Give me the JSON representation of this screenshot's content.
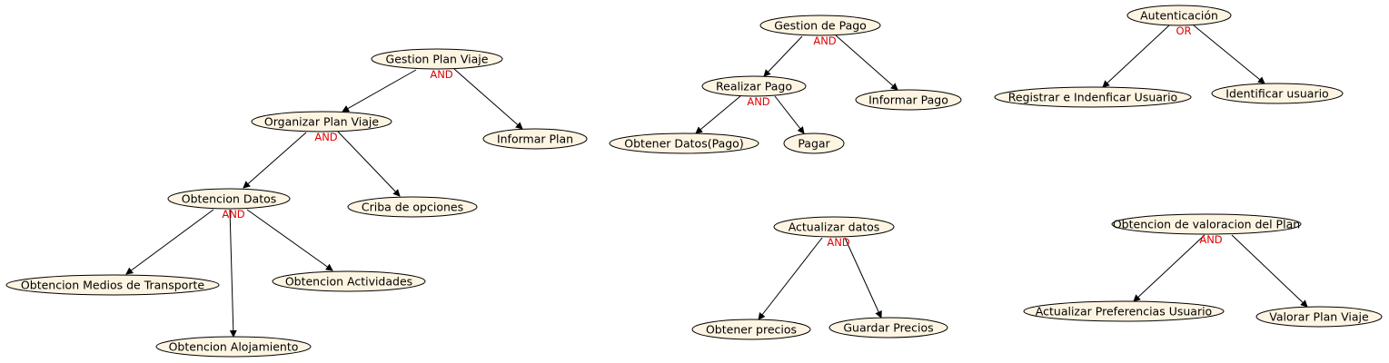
{
  "diagram": {
    "nodes": [
      {
        "id": "gestion-plan-viaje",
        "label": "Gestion Plan Viaje",
        "operator": "AND"
      },
      {
        "id": "organizar-plan-viaje",
        "label": "Organizar Plan Viaje",
        "operator": "AND"
      },
      {
        "id": "informar-plan",
        "label": "Informar Plan",
        "operator": ""
      },
      {
        "id": "obtencion-datos",
        "label": "Obtencion Datos",
        "operator": "AND"
      },
      {
        "id": "criba-de-opciones",
        "label": "Criba de opciones",
        "operator": ""
      },
      {
        "id": "obtencion-medios-de-transporte",
        "label": "Obtencion Medios de Transporte",
        "operator": ""
      },
      {
        "id": "obtencion-actividades",
        "label": "Obtencion Actividades",
        "operator": ""
      },
      {
        "id": "obtencion-alojamiento",
        "label": "Obtencion Alojamiento",
        "operator": ""
      },
      {
        "id": "gestion-de-pago",
        "label": "Gestion de Pago",
        "operator": "AND"
      },
      {
        "id": "realizar-pago",
        "label": "Realizar Pago",
        "operator": "AND"
      },
      {
        "id": "informar-pago",
        "label": "Informar Pago",
        "operator": ""
      },
      {
        "id": "obtener-datos-pago",
        "label": "Obtener Datos(Pago)",
        "operator": ""
      },
      {
        "id": "pagar",
        "label": "Pagar",
        "operator": ""
      },
      {
        "id": "autenticacion",
        "label": "Autenticación",
        "operator": "OR"
      },
      {
        "id": "registrar-e-indenficar-usuario",
        "label": "Registrar e Indenficar Usuario",
        "operator": ""
      },
      {
        "id": "identificar-usuario",
        "label": "Identificar usuario",
        "operator": ""
      },
      {
        "id": "actualizar-datos",
        "label": "Actualizar datos",
        "operator": "AND"
      },
      {
        "id": "obtener-precios",
        "label": "Obtener precios",
        "operator": ""
      },
      {
        "id": "guardar-precios",
        "label": "Guardar Precios",
        "operator": ""
      },
      {
        "id": "obtencion-de-valoracion-del-plan",
        "label": "Obtencion de valoracion del Plan",
        "operator": "AND"
      },
      {
        "id": "actualizar-preferencias-usuario",
        "label": "Actualizar Preferencias Usuario",
        "operator": ""
      },
      {
        "id": "valorar-plan-viaje",
        "label": "Valorar Plan Viaje",
        "operator": ""
      }
    ],
    "edges": [
      {
        "from": "gestion-plan-viaje",
        "to": "organizar-plan-viaje"
      },
      {
        "from": "gestion-plan-viaje",
        "to": "informar-plan"
      },
      {
        "from": "organizar-plan-viaje",
        "to": "obtencion-datos"
      },
      {
        "from": "organizar-plan-viaje",
        "to": "criba-de-opciones"
      },
      {
        "from": "obtencion-datos",
        "to": "obtencion-medios-de-transporte"
      },
      {
        "from": "obtencion-datos",
        "to": "obtencion-alojamiento"
      },
      {
        "from": "obtencion-datos",
        "to": "obtencion-actividades"
      },
      {
        "from": "gestion-de-pago",
        "to": "realizar-pago"
      },
      {
        "from": "gestion-de-pago",
        "to": "informar-pago"
      },
      {
        "from": "realizar-pago",
        "to": "obtener-datos-pago"
      },
      {
        "from": "realizar-pago",
        "to": "pagar"
      },
      {
        "from": "autenticacion",
        "to": "registrar-e-indenficar-usuario"
      },
      {
        "from": "autenticacion",
        "to": "identificar-usuario"
      },
      {
        "from": "actualizar-datos",
        "to": "obtener-precios"
      },
      {
        "from": "actualizar-datos",
        "to": "guardar-precios"
      },
      {
        "from": "obtencion-de-valoracion-del-plan",
        "to": "actualizar-preferencias-usuario"
      },
      {
        "from": "obtencion-de-valoracion-del-plan",
        "to": "valorar-plan-viaje"
      }
    ]
  },
  "colors": {
    "node_fill": "#fdf5e2",
    "node_stroke": "#000000",
    "operator_text": "#e00000",
    "edge": "#000000"
  }
}
